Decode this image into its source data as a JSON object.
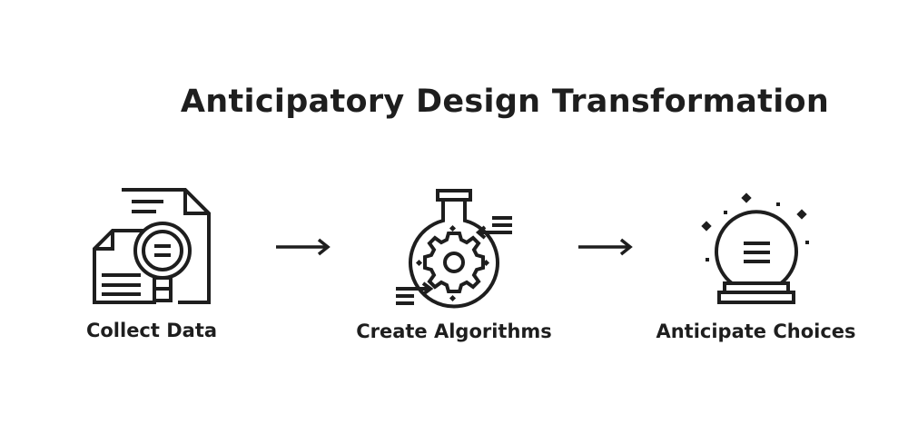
{
  "title": "Anticipatory Design Transformation",
  "steps": [
    {
      "label": "Collect Data",
      "icon": "document-magnifier-icon"
    },
    {
      "label": "Create Algorithms",
      "icon": "gear-flask-icon"
    },
    {
      "label": "Anticipate Choices",
      "icon": "crystal-ball-icon"
    }
  ],
  "connectors": [
    "arrow-right-icon",
    "arrow-right-icon"
  ],
  "colors": {
    "ink": "#1e1e1e",
    "background": "#ffffff"
  }
}
